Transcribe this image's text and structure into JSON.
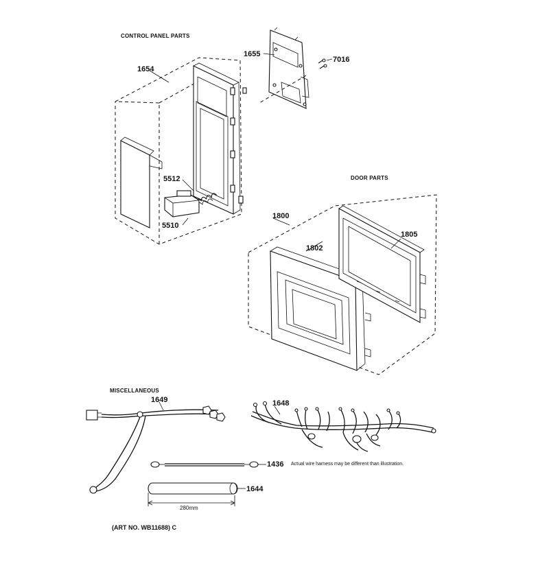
{
  "sections": {
    "control_panel": "CONTROL PANEL PARTS",
    "door": "DOOR PARTS",
    "misc": "MISCELLANEOUS"
  },
  "parts": {
    "p1654": "1654",
    "p1655": "1655",
    "p7016": "7016",
    "p5512": "5512",
    "p5510": "5510",
    "p1800": "1800",
    "p1802": "1802",
    "p1805": "1805",
    "p1649": "1649",
    "p1648": "1648",
    "p1436": "1436",
    "p1644": "1644"
  },
  "dimension": "280mm",
  "harness_note": "Actual wire harness may be different than illustration.",
  "art_number": "(ART NO. WB11688) C"
}
